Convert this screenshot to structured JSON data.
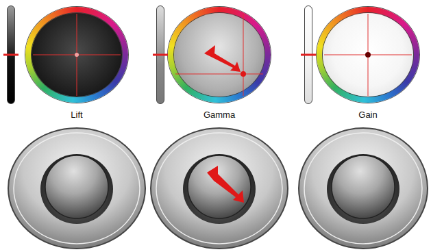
{
  "diagram": {
    "labels": [
      "Lift",
      "Gamma",
      "Gain"
    ]
  }
}
